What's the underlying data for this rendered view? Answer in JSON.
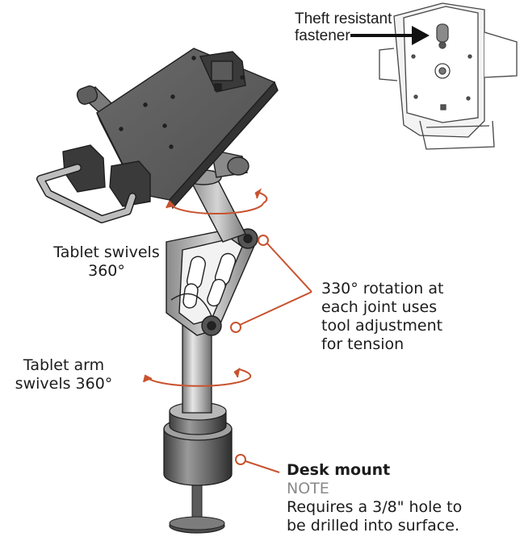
{
  "labels": {
    "theft": {
      "line1": "Theft resistant",
      "line2": "fastener"
    },
    "tablet_swivel": {
      "line1": "Tablet swivels",
      "line2": "360°"
    },
    "arm_swivel": {
      "line1": "Tablet arm",
      "line2": "swivels 360°"
    },
    "rotation": {
      "line1": "330° rotation at",
      "line2": "each joint uses",
      "line3": "tool adjustment",
      "line4": "for tension"
    },
    "desk_mount": {
      "title": "Desk mount",
      "note_label": "NOTE",
      "note_line1": "Requires a 3/8\" hole to",
      "note_line2": "be drilled into surface."
    }
  },
  "colors": {
    "accent": "#c8532f",
    "metal_dark": "#4a4a4a",
    "metal_mid": "#8c8c8c",
    "metal_light": "#d9d9d9",
    "outline": "#1e1e1e"
  },
  "icons": [
    "rotation-arrow-icon",
    "callout-circle-icon",
    "arrow-right-icon"
  ]
}
